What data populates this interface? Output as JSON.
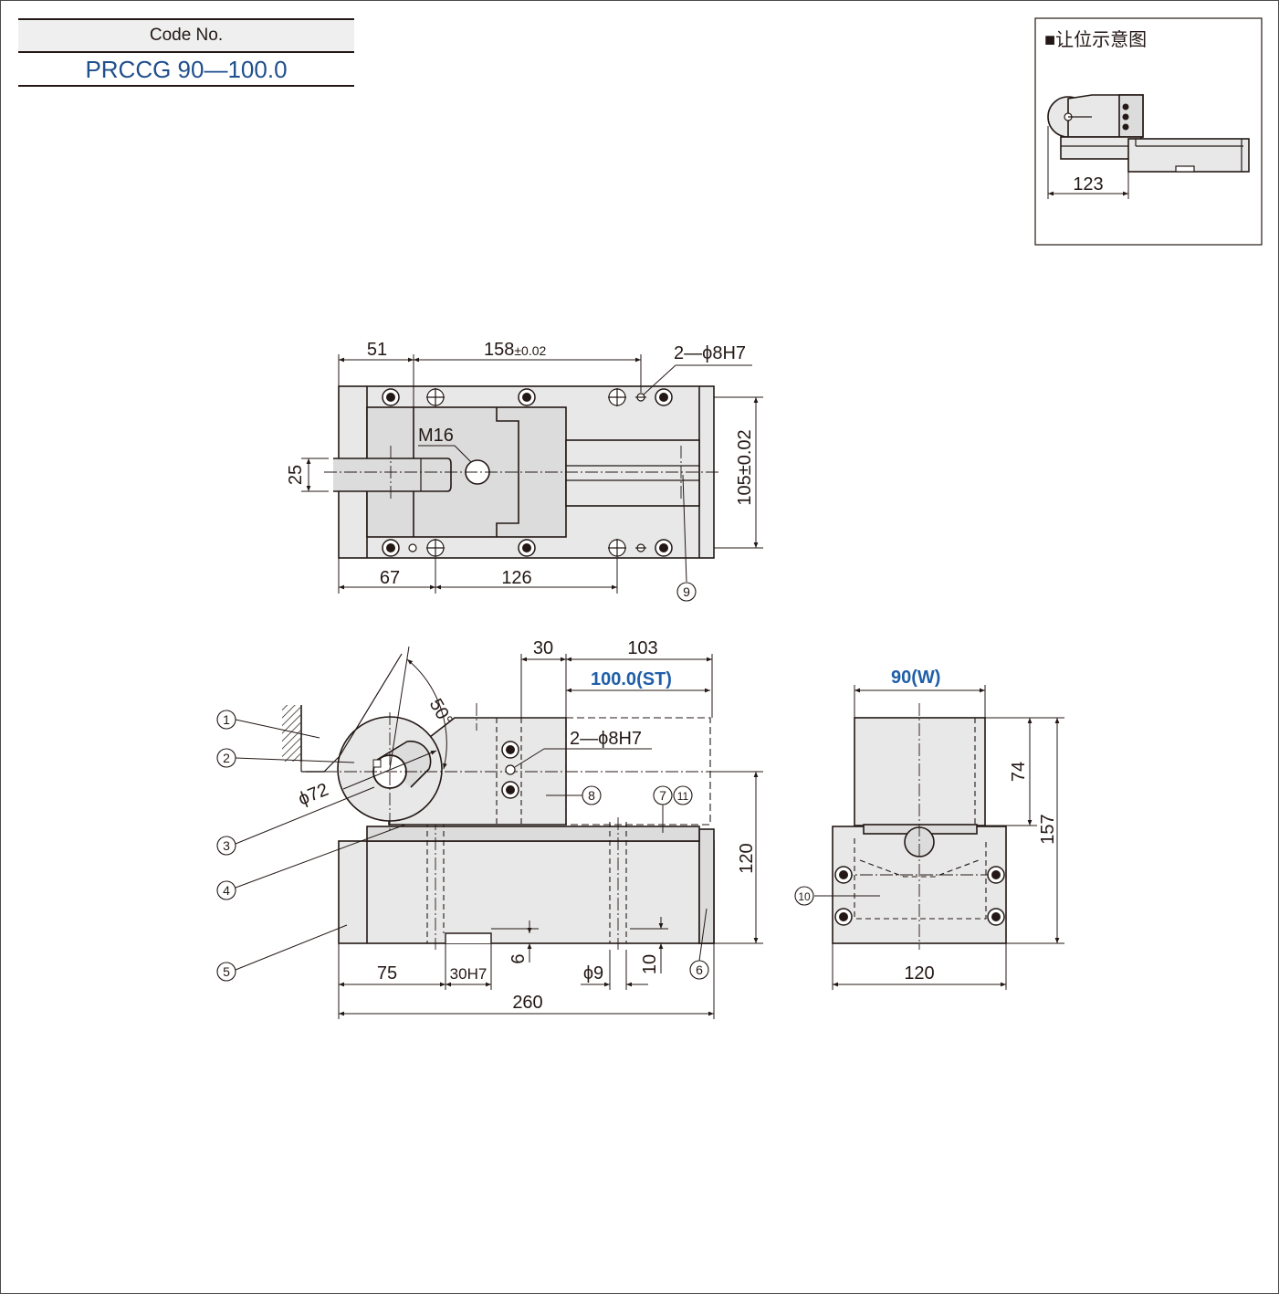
{
  "code_box": {
    "label": "Code No.",
    "value": "PRCCG 90—100.0"
  },
  "inset": {
    "title": "■让位示意图",
    "dim": "123"
  },
  "top_view": {
    "dim_51": "51",
    "dim_158": "158",
    "dim_158_tol": "±0.02",
    "hole_spec": "2—ϕ8H7",
    "tap": "M16",
    "dim_25": "25",
    "dim_105": "105±0.02",
    "dim_67": "67",
    "dim_126": "126",
    "callout_9": "9"
  },
  "front_view": {
    "dim_30": "30",
    "dim_103": "103",
    "stroke_value": "100.0",
    "stroke_label": "(ST)",
    "angle": "50°",
    "hole_spec": "2—ϕ8H7",
    "dia": "ϕ72",
    "dim_120": "120",
    "dim_75": "75",
    "dim_30h7": "30H7",
    "dim_6": "6",
    "dia9": "ϕ9",
    "dim_10": "10",
    "dim_260": "260",
    "callouts": [
      "1",
      "2",
      "3",
      "4",
      "5",
      "6",
      "7",
      "8",
      "11"
    ]
  },
  "side_view": {
    "width_value": "90",
    "width_label": "(W)",
    "dim_74": "74",
    "dim_157": "157",
    "dim_120": "120",
    "callout_10": "10"
  }
}
